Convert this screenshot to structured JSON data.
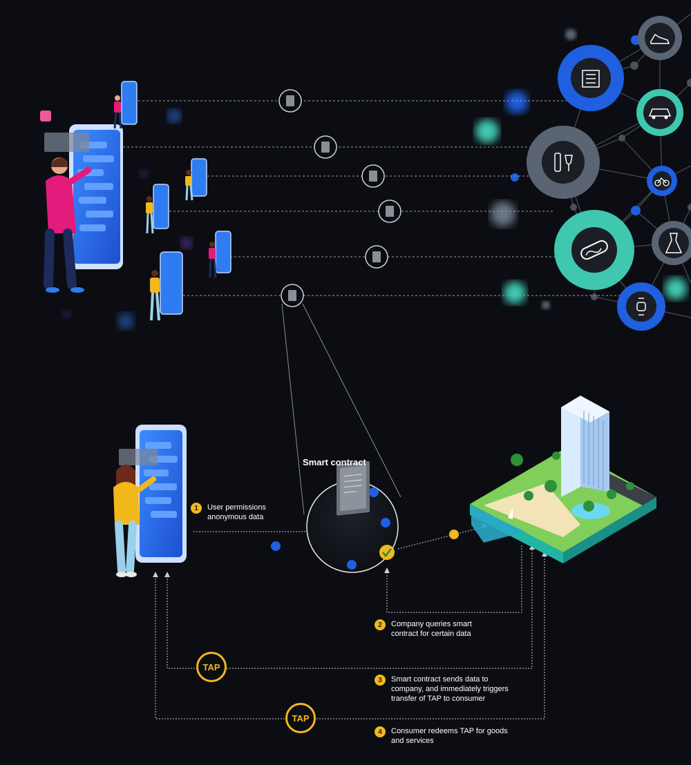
{
  "contract_title": "Smart contract",
  "steps": [
    {
      "num": "1",
      "text": "User permissions anonymous data"
    },
    {
      "num": "2",
      "text": "Company queries smart contract for certain data"
    },
    {
      "num": "3",
      "text": "Smart contract sends data to company, and immediately triggers transfer of TAP to consumer"
    },
    {
      "num": "4",
      "text": "Consumer redeems TAP for goods and services"
    }
  ],
  "token_label": "TAP",
  "colors": {
    "background": "#0b0d12",
    "accent_yellow": "#f2b81c",
    "accent_blue": "#1f5fe0",
    "accent_teal": "#3fc7b0",
    "accent_gray": "#5a6472",
    "phone_blue": "#2f7cf0"
  },
  "categories": [
    {
      "icon": "sneaker-icon"
    },
    {
      "icon": "hotel-icon"
    },
    {
      "icon": "car-icon"
    },
    {
      "icon": "wine-icon"
    },
    {
      "icon": "bicycle-icon"
    },
    {
      "icon": "hotdog-icon"
    },
    {
      "icon": "dress-icon"
    },
    {
      "icon": "watch-icon"
    }
  ]
}
